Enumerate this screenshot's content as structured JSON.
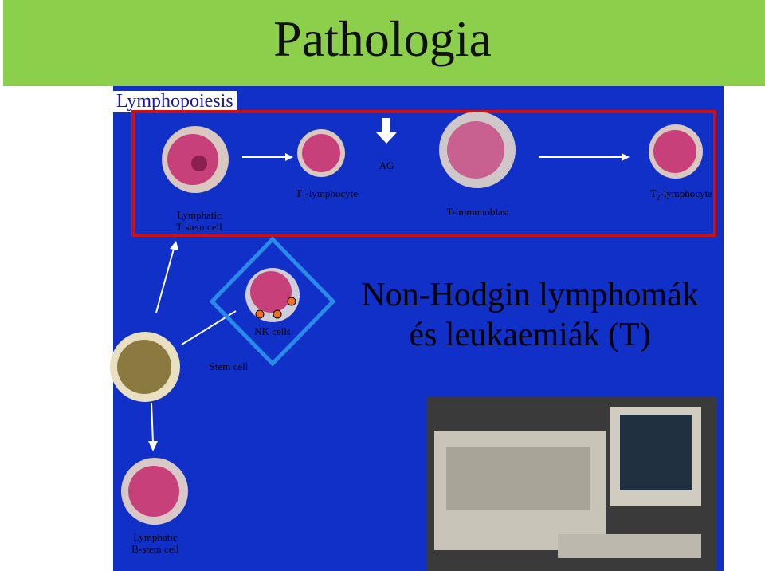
{
  "header": {
    "title": "Pathologia",
    "subtitle": "Lymphopoiesis"
  },
  "labels": {
    "t1": "T",
    "t1_sub": "1",
    "t1_rest": "-lymphocyte",
    "ag": "AG",
    "t2": "T",
    "t2_sub": "2",
    "t2_rest": "-lymphocyte",
    "lymphatic_t": [
      "Lymphatic",
      "T stem cell"
    ],
    "timmuno": "T-immunoblast",
    "nk": "NK cells",
    "stem": "Stem cell",
    "lymphatic_b": [
      "Lymphatic",
      "B-stem cell"
    ]
  },
  "main_text": [
    "Non-Hodgin lymphomák",
    "és leukaemiák (T)"
  ],
  "colors": {
    "header": "#8ccf4a",
    "panel": "#1030c8",
    "box": "#d01010",
    "cell": "#c8407a",
    "stem_cell": "#8a7a40"
  }
}
